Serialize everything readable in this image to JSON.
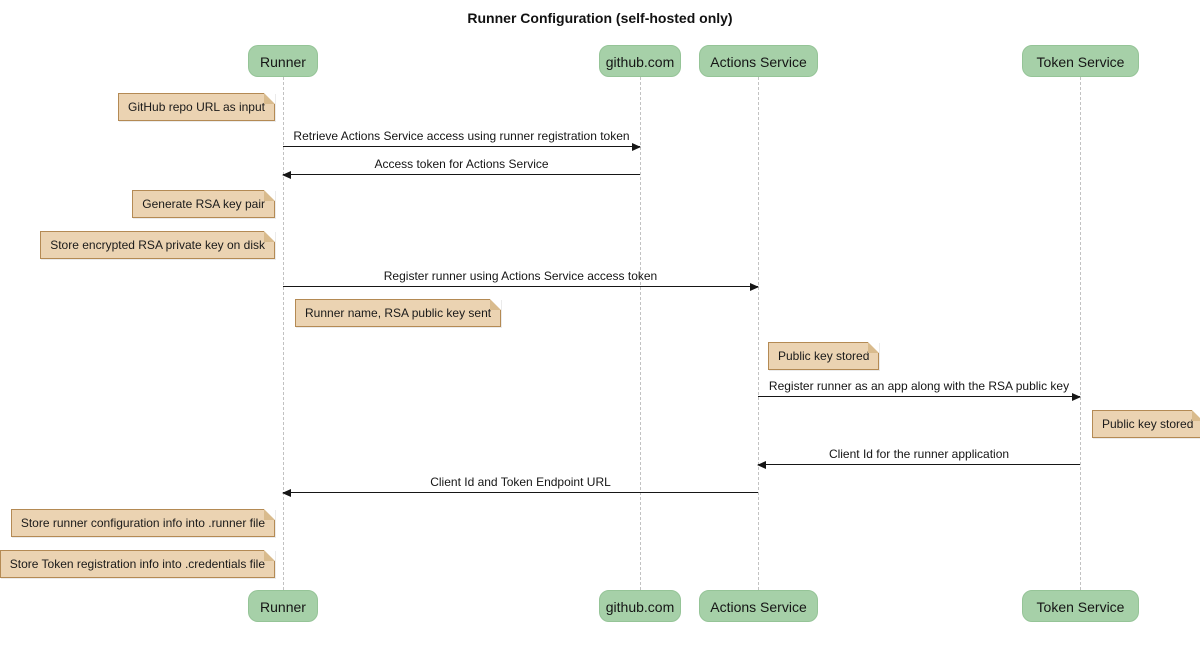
{
  "diagram": {
    "type": "sequence-diagram",
    "title": "Runner Configuration (self-hosted only)",
    "actors": [
      {
        "id": "runner",
        "label": "Runner"
      },
      {
        "id": "github",
        "label": "github.com"
      },
      {
        "id": "actions-service",
        "label": "Actions Service"
      },
      {
        "id": "token-service",
        "label": "Token Service"
      }
    ],
    "notes": [
      {
        "text": "GitHub repo URL as input",
        "actor": "Runner",
        "side": "left"
      },
      {
        "text": "Generate RSA key pair",
        "actor": "Runner",
        "side": "left"
      },
      {
        "text": "Store encrypted RSA private key on disk",
        "actor": "Runner",
        "side": "left"
      },
      {
        "text": "Runner name, RSA public key sent",
        "actor": "Runner",
        "side": "right"
      },
      {
        "text": "Public key stored",
        "actor": "Actions Service",
        "side": "right"
      },
      {
        "text": "Public key stored",
        "actor": "Token Service",
        "side": "right"
      },
      {
        "text": "Store runner configuration info into .runner file",
        "actor": "Runner",
        "side": "left"
      },
      {
        "text": "Store Token registration info into .credentials file",
        "actor": "Runner",
        "side": "left"
      }
    ],
    "messages": [
      {
        "from": "Runner",
        "to": "github.com",
        "label": "Retrieve Actions Service access using runner registration token"
      },
      {
        "from": "github.com",
        "to": "Runner",
        "label": "Access token for Actions Service"
      },
      {
        "from": "Runner",
        "to": "Actions Service",
        "label": "Register runner using Actions Service access token"
      },
      {
        "from": "Actions Service",
        "to": "Token Service",
        "label": "Register runner as an app along with the RSA public key"
      },
      {
        "from": "Token Service",
        "to": "Actions Service",
        "label": "Client Id for the runner application"
      },
      {
        "from": "Actions Service",
        "to": "Runner",
        "label": "Client Id and Token Endpoint URL"
      }
    ],
    "colors": {
      "actor_fill": "#a6d0a8",
      "actor_border": "#95c497",
      "note_fill": "#ebd3b2",
      "note_border": "#b48a54",
      "note_fold": "#d9bb8d",
      "lifeline": "#c2c2c2",
      "arrow": "#161616"
    }
  }
}
